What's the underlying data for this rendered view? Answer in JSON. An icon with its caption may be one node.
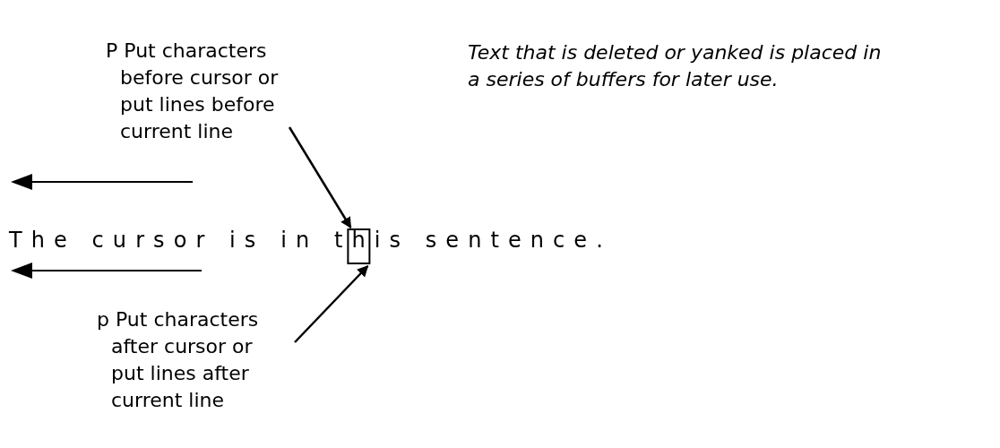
{
  "diagram": {
    "nodes": [
      {
        "text": [
          "P Put characters before cursor or put lines before current line"
        ]
      },
      {
        "text": [
          "p Put characters after cursor or put lines after current line"
        ]
      },
      {
        "text": [],
        "shape": "box"
      }
    ],
    "edges": [
      {
        "from": 0,
        "to": 2,
        "arrow": "to"
      },
      {
        "from": 1,
        "to": 2,
        "arrow": "to"
      }
    ],
    "labels": [
      "Text that is deleted or yanked is placed in a series of buffers for later use.",
      "The cursor is in this sentence."
    ]
  }
}
